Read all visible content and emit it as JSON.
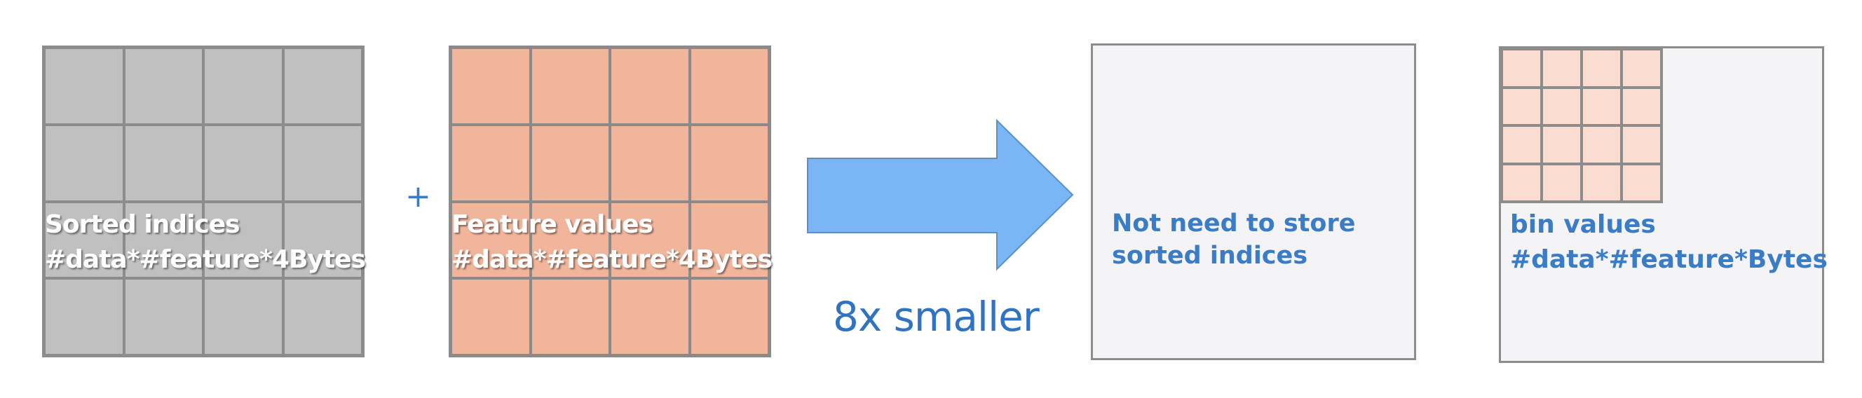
{
  "panels": {
    "sorted_indices": {
      "line1": "Sorted indices",
      "line2": "#data*#feature*4Bytes"
    },
    "feature_values": {
      "line1": "Feature values",
      "line2": "#data*#feature*4Bytes"
    },
    "no_sort": {
      "line1": "Not need to store",
      "line2": "sorted indices"
    },
    "bin_values": {
      "line1": "bin values",
      "line2": "#data*#feature*Bytes"
    }
  },
  "operator": "+",
  "arrow_label": "8x smaller",
  "colors": {
    "gray_cell": "#c0c0c0",
    "feature_cell": "#f1b59b",
    "bin_cell": "#fadcd0",
    "arrow": "#7ab6f5",
    "text_blue": "#3b7cc7",
    "box_bg": "#f4f4f6"
  }
}
